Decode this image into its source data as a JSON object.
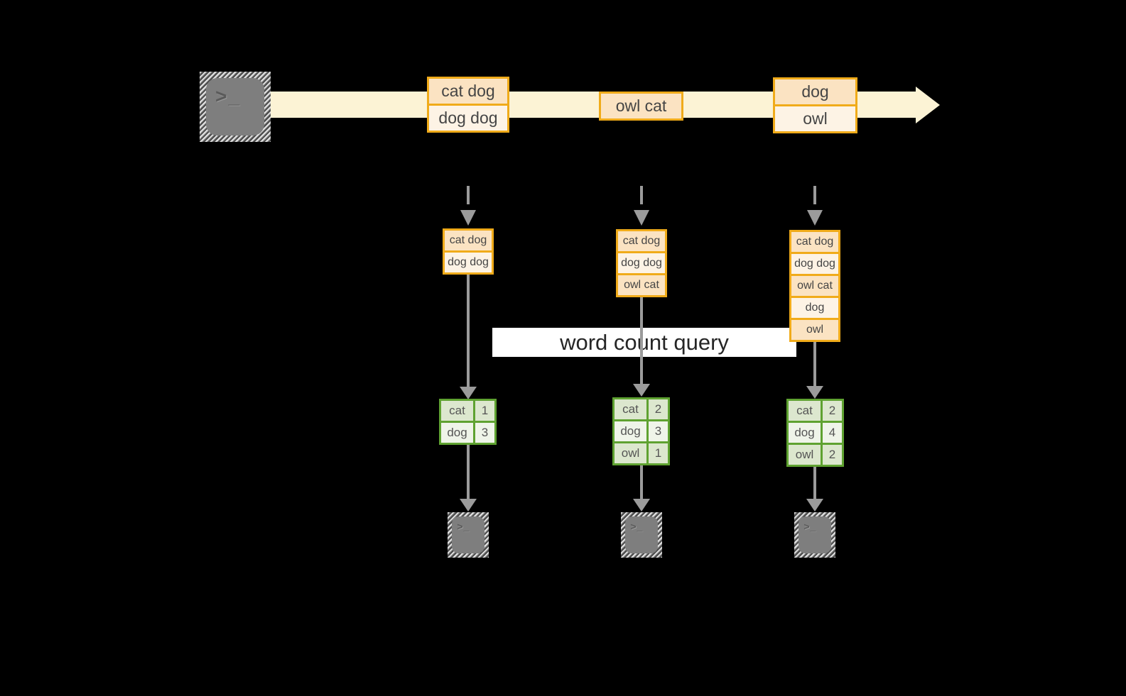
{
  "palette": {
    "background": "#000000",
    "stream_band": "#fcf3d5",
    "box_border": "#f0ab1a",
    "box_fill_dark": "#fbe3c2",
    "box_fill_light": "#fdf3e5",
    "table_border": "#5fa231",
    "table_fill_dark": "#dce7ce",
    "table_fill_light": "#eff4e9",
    "arrow_gray": "#9b9b9b",
    "terminal_gray": "#7e7e7e",
    "query_bg": "#ffffff",
    "text_dark": "#454545"
  },
  "stream": {
    "source_icon": "terminal-icon",
    "events": [
      {
        "lines": [
          "cat dog",
          "dog dog"
        ]
      },
      {
        "lines": [
          "owl cat"
        ]
      },
      {
        "lines": [
          "dog",
          "owl"
        ]
      }
    ]
  },
  "query": {
    "label": "word count query"
  },
  "columns": [
    {
      "state_lines": [
        "cat dog",
        "dog dog"
      ],
      "counts": [
        {
          "word": "cat",
          "count": "1"
        },
        {
          "word": "dog",
          "count": "3"
        }
      ]
    },
    {
      "state_lines": [
        "cat dog",
        "dog dog",
        "owl cat"
      ],
      "counts": [
        {
          "word": "cat",
          "count": "2"
        },
        {
          "word": "dog",
          "count": "3"
        },
        {
          "word": "owl",
          "count": "1"
        }
      ]
    },
    {
      "state_lines": [
        "cat dog",
        "dog dog",
        "owl cat",
        "dog",
        "owl"
      ],
      "counts": [
        {
          "word": "cat",
          "count": "2"
        },
        {
          "word": "dog",
          "count": "4"
        },
        {
          "word": "owl",
          "count": "2"
        }
      ]
    }
  ],
  "sinks": [
    {
      "icon": "terminal-icon"
    },
    {
      "icon": "terminal-icon"
    },
    {
      "icon": "terminal-icon"
    }
  ]
}
